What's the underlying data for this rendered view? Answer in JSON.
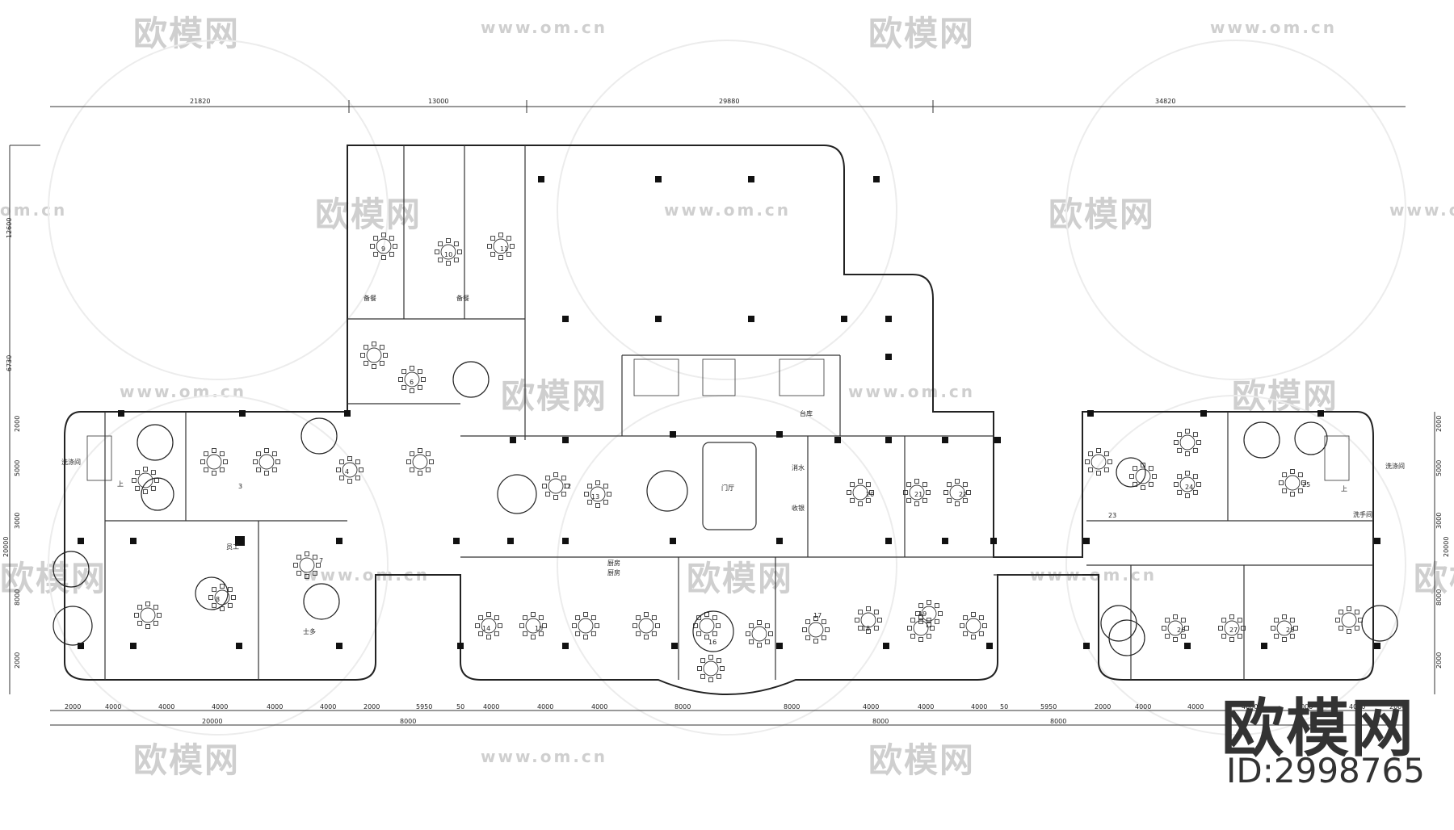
{
  "watermark": {
    "logo_text": "欧模网",
    "url_text": "www.om.cn",
    "url_short": "om.cn"
  },
  "brand": {
    "logo_text": "欧模网",
    "id_text": "ID:2998765"
  },
  "dimensions": {
    "top": [
      "21820",
      "13000",
      "29880",
      "34820"
    ],
    "left": [
      "12600",
      "6730",
      "2000",
      "5000",
      "3000",
      "20000",
      "8000",
      "2000"
    ],
    "right": [
      "2000",
      "5000",
      "3000",
      "20000",
      "8000",
      "2000"
    ],
    "bottom_row1": [
      "2000",
      "4000",
      "4000",
      "4000",
      "4000",
      "4000",
      "2000",
      "5950",
      "50",
      "4000",
      "4000",
      "4000",
      "8000",
      "8000",
      "4000",
      "4000",
      "4000",
      "50",
      "5950",
      "2000",
      "4000",
      "4000",
      "4000",
      "4000",
      "4000",
      "2000"
    ],
    "bottom_row2": [
      "20000",
      "8000",
      "8000",
      "8000"
    ]
  },
  "room_labels": {
    "lobby": "门厅",
    "kitchen": "厨房",
    "storage": "台库",
    "water": "消水",
    "cashier": "收银",
    "washroom_left": "洗涤间",
    "washroom_right": "洗涤间",
    "wash_hands": "洗手间",
    "prep": "备餐",
    "prep2": "备餐",
    "staff": "员工",
    "up1": "上",
    "up2": "上",
    "kitchen2": "厨房",
    "store2": "士多"
  },
  "room_numbers": [
    "9",
    "10",
    "11",
    "6",
    "3",
    "4",
    "7",
    "8",
    "12",
    "13",
    "14",
    "15",
    "16",
    "17",
    "18",
    "19",
    "20",
    "21",
    "22",
    "23",
    "24",
    "25",
    "26",
    "27",
    "28"
  ]
}
